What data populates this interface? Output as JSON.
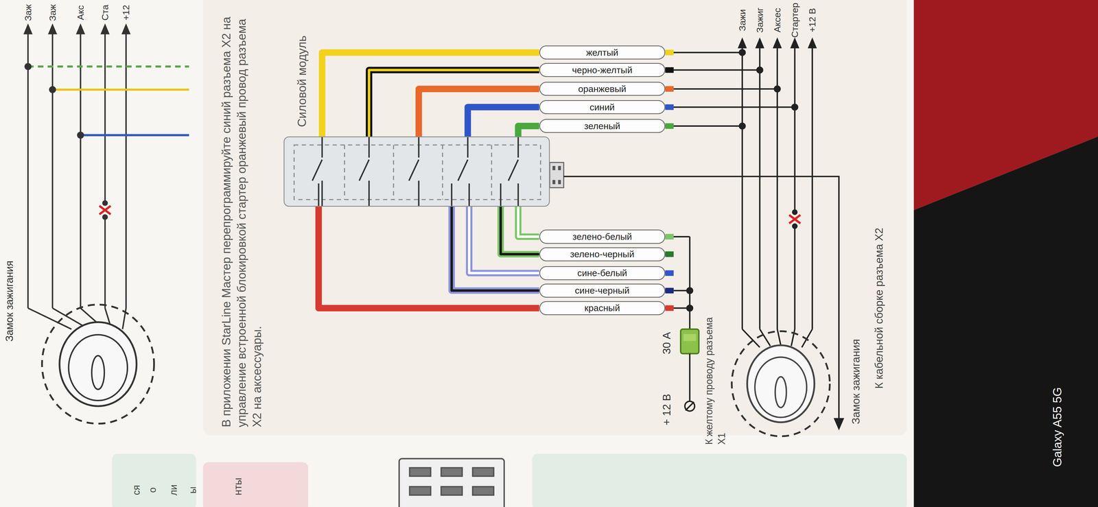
{
  "diagram": {
    "nodes": [
      {
        "text": [
          "Силовой модуль"
        ]
      },
      {
        "text": [
          "желтый"
        ]
      },
      {
        "text": [
          "черно-желтый"
        ]
      },
      {
        "text": [
          "оранжевый"
        ]
      },
      {
        "text": [
          "синий"
        ]
      },
      {
        "text": [
          "зеленый"
        ]
      },
      {
        "text": [
          "зелено-белый"
        ]
      },
      {
        "text": [
          "зелено-черный"
        ]
      },
      {
        "text": [
          "сине-белый"
        ]
      },
      {
        "text": [
          "сине-черный"
        ]
      },
      {
        "text": [
          "красный"
        ]
      }
    ],
    "edges": [
      {
        "from": 0,
        "to": 1,
        "arrow": "none"
      },
      {
        "from": 0,
        "to": 2,
        "arrow": "none"
      },
      {
        "from": 0,
        "to": 3,
        "arrow": "none"
      },
      {
        "from": 0,
        "to": 4,
        "arrow": "none"
      },
      {
        "from": 0,
        "to": 5,
        "arrow": "none"
      },
      {
        "from": 0,
        "to": 6,
        "arrow": "none"
      },
      {
        "from": 0,
        "to": 7,
        "arrow": "none"
      },
      {
        "from": 0,
        "to": 8,
        "arrow": "none"
      },
      {
        "from": 0,
        "to": 9,
        "arrow": "none"
      },
      {
        "from": 0,
        "to": 10,
        "arrow": "none"
      }
    ],
    "labels": [
      "В приложении StarLine Мастер перепрограммируйте синий разъема X2 на управление встроенной блокировкой стартер оранжевый провод разъема X2 на аксессуары.",
      "Зажи",
      "Зажиг",
      "Аксес",
      "Стартер",
      "+12 В",
      "К кабельной сборке разъема X2",
      "Замок зажигания",
      "+ 12 В",
      "30 А",
      "К желтому проводу разъема X1",
      "Заж",
      "Заж",
      "Акс",
      "Ста",
      "+12",
      "Замок зажигания",
      "нты",
      "ся",
      "о",
      "ли",
      "ы",
      "Galaxy A55 5G"
    ]
  }
}
